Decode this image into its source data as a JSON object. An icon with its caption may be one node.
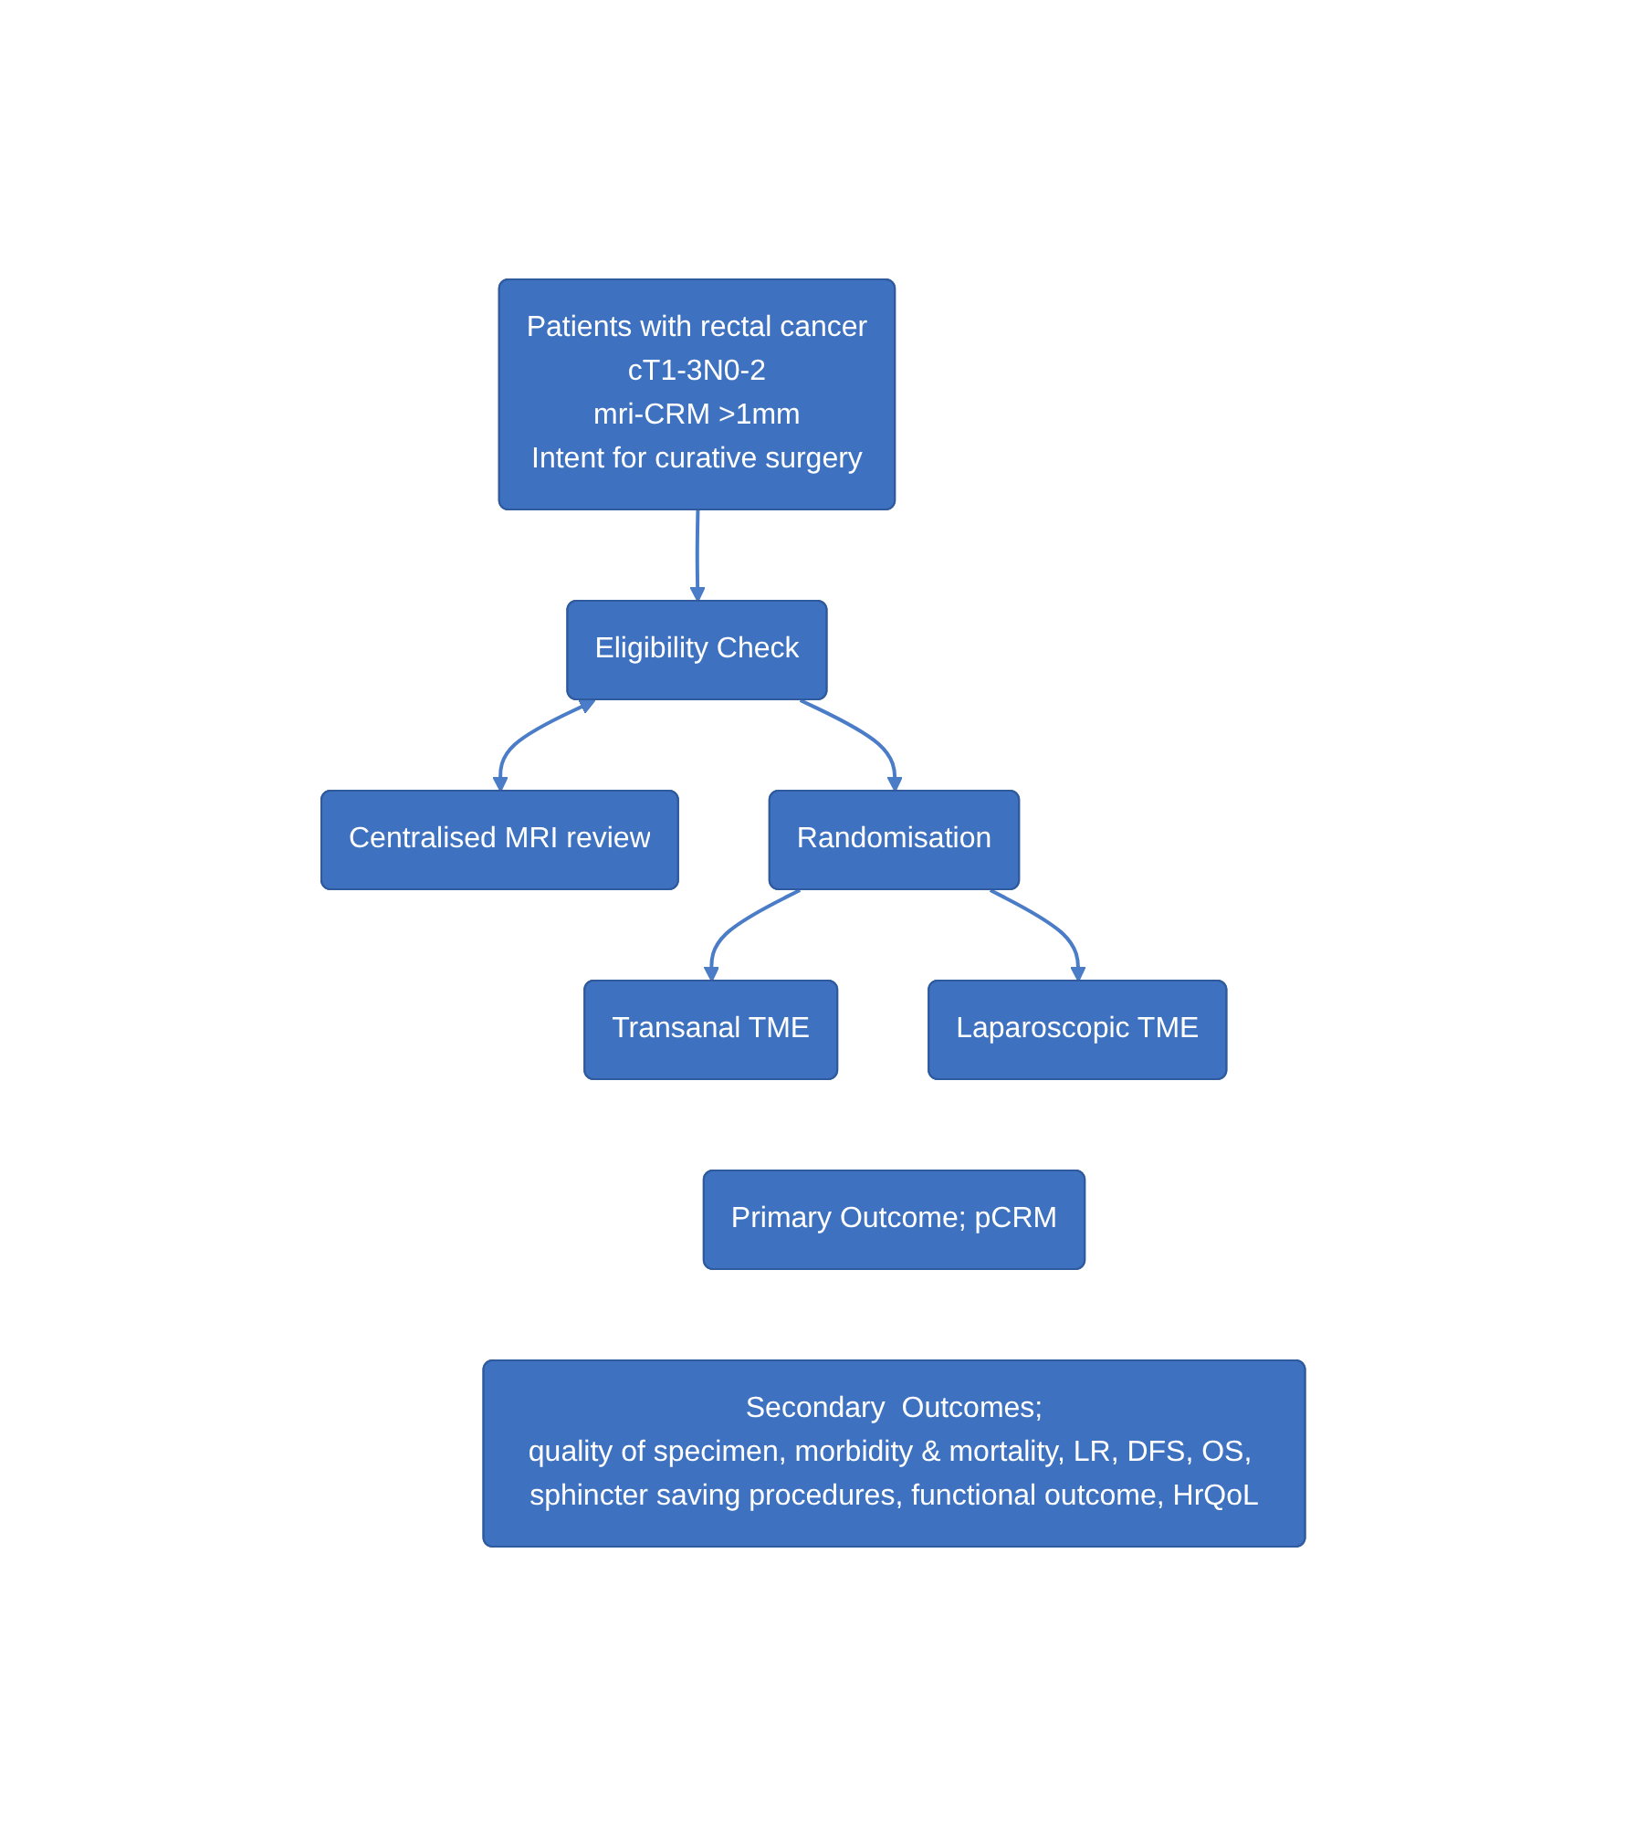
{
  "diagram": {
    "nodes": [
      {
        "text": [
          "Patients with rectal cancer",
          "cT1-3N0-2",
          "mri-CRM >1mm",
          "Intent for curative surgery"
        ]
      },
      {
        "text": [
          "Eligibility Check"
        ]
      },
      {
        "text": [
          "Centralised MRI review"
        ]
      },
      {
        "text": [
          "Randomisation"
        ]
      },
      {
        "text": [
          "Transanal TME"
        ]
      },
      {
        "text": [
          "Laparoscopic TME"
        ]
      },
      {
        "text": [
          "Primary Outcome; pCRM"
        ]
      },
      {
        "text": [
          "Secondary  Outcomes;",
          "quality of specimen, morbidity & mortality, LR, DFS, OS, sphincter saving procedures, functional outcome, HrQoL"
        ]
      }
    ],
    "edges": [
      {
        "from": 0,
        "to": 1,
        "arrow": "to"
      },
      {
        "from": 1,
        "to": 2,
        "arrow": "both"
      },
      {
        "from": 1,
        "to": 3,
        "arrow": "to"
      },
      {
        "from": 3,
        "to": 4,
        "arrow": "to"
      },
      {
        "from": 3,
        "to": 5,
        "arrow": "to"
      }
    ]
  }
}
